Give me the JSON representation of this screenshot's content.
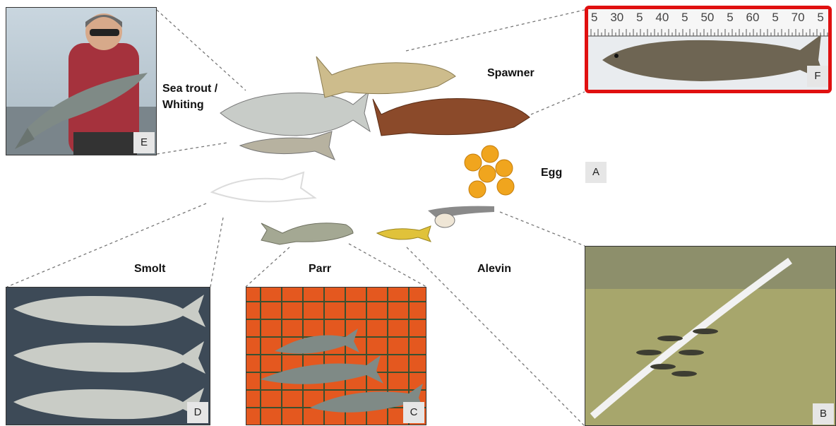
{
  "stages": {
    "sea_trout": "Sea trout /",
    "whiting": "Whiting",
    "spawner": "Spawner",
    "egg": "Egg",
    "alevin": "Alevin",
    "parr": "Parr",
    "smolt": "Smolt"
  },
  "panels": {
    "A": "A",
    "B": "B",
    "C": "C",
    "D": "D",
    "E": "E",
    "F": "F"
  },
  "ruler_numbers": [
    "5",
    "30",
    "5",
    "40",
    "5",
    "50",
    "5",
    "60",
    "5",
    "70",
    "5"
  ],
  "colors": {
    "highlight_border": "#e01010",
    "connector": "#777777",
    "badge_bg": "#e6e6e6"
  }
}
